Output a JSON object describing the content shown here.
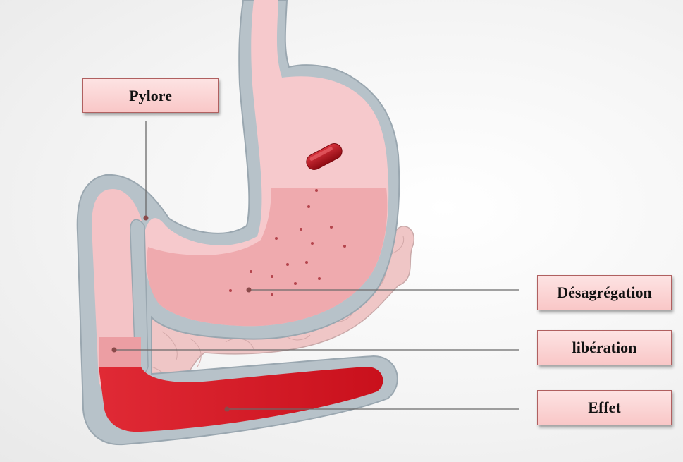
{
  "diagram": {
    "labels": {
      "pylore": "Pylore",
      "desagregation": "Désagrégation",
      "liberation": "libération",
      "effet": "Effet"
    },
    "colors": {
      "stomach_wall": "#b7c2c9",
      "stomach_inner": "#f6c9cc",
      "content_fill": "#eea6ab",
      "intestine_red": "#d61c28",
      "pill": "#b3111b",
      "pancreas": "#efc6c6",
      "leader_line": "#666666",
      "label_fill": "#fbd3d3"
    },
    "icons": [
      "pill-capsule-icon"
    ]
  }
}
